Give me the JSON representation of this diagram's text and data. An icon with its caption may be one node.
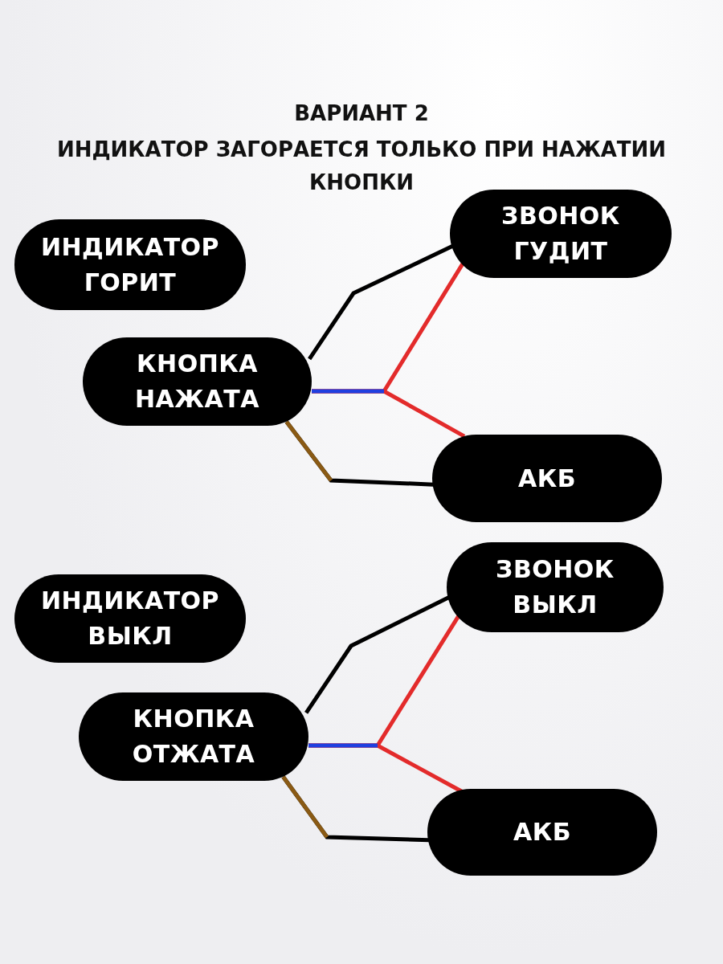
{
  "diagram": {
    "title": "ВАРИАНТ 2",
    "nodes": [
      {
        "text": [
          "ИНДИКАТОР ГОРИТ"
        ]
      },
      {
        "text": [
          "ЗВОНОК ГУДИТ"
        ]
      },
      {
        "text": [
          "КНОПКА НАЖАТА"
        ]
      },
      {
        "text": [
          "АКБ"
        ]
      },
      {
        "text": [
          "ИНДИКАТОР ВЫКЛ"
        ]
      },
      {
        "text": [
          "ЗВОНОК ВЫКЛ"
        ]
      },
      {
        "text": [
          "КНОПКА ОТЖАТА"
        ]
      },
      {
        "text": [
          "АКБ"
        ]
      }
    ],
    "edges": [
      {
        "from": 2,
        "to": 1,
        "arrow": "none"
      },
      {
        "from": 2,
        "to": 1,
        "arrow": "none",
        "color": "#e32b2b"
      },
      {
        "from": 2,
        "to": 3,
        "arrow": "none",
        "color": "#e32b2b"
      },
      {
        "from": 2,
        "to": 3,
        "arrow": "none"
      },
      {
        "from": 6,
        "to": 5,
        "arrow": "none"
      },
      {
        "from": 6,
        "to": 5,
        "arrow": "none",
        "color": "#e32b2b"
      },
      {
        "from": 6,
        "to": 7,
        "arrow": "none",
        "color": "#e32b2b"
      },
      {
        "from": 6,
        "to": 7,
        "arrow": "none"
      }
    ],
    "labels": [
      "ИНДИКАТОР ЗАГОРАЕТСЯ ТОЛЬКО ПРИ НАЖАТИИ КНОПКИ"
    ]
  }
}
